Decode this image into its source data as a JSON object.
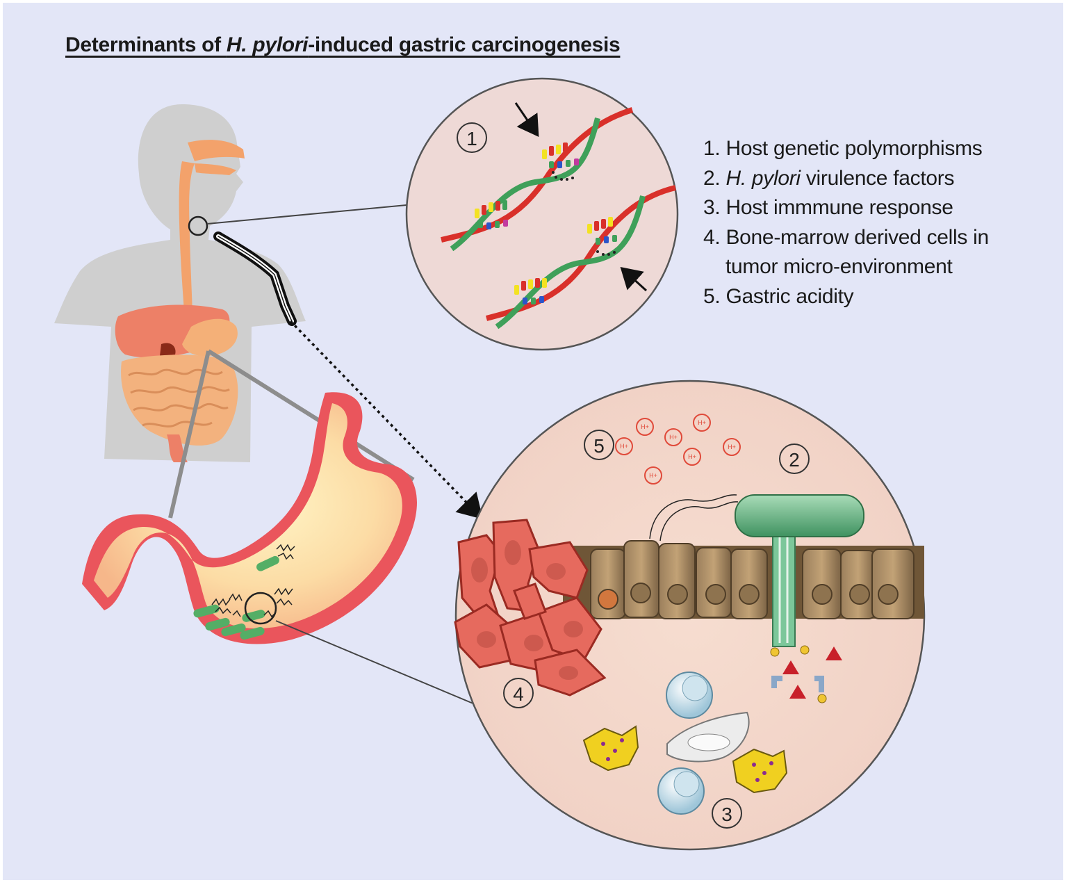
{
  "title": {
    "prefix": "Determinants of ",
    "italic": "H. pylori",
    "suffix": "-induced gastric carcinogenesis"
  },
  "legend": {
    "items": [
      {
        "number": "1.",
        "italic": "",
        "text": " Host genetic polymorphisms"
      },
      {
        "number": "2.",
        "italic": "H. pylori",
        "text": " virulence factors"
      },
      {
        "number": "3.",
        "italic": "",
        "text": " Host immmune response"
      },
      {
        "number": "4.",
        "italic": "",
        "text": " Bone-marrow derived cells in"
      },
      {
        "number": "",
        "italic": "",
        "text": "tumor micro-environment"
      },
      {
        "number": "5.",
        "italic": "",
        "text": " Gastric acidity"
      }
    ]
  },
  "callouts": {
    "one": "1",
    "two": "2",
    "three": "3",
    "four": "4",
    "five": "5"
  },
  "proton_label": "H+",
  "colors": {
    "background": "#e3e6f7",
    "circle_fill": "#f0dcd8",
    "dna_red": "#d9302a",
    "dna_green": "#3fa05a",
    "stomach_wall": "#e8535a",
    "stomach_inner": "#fcd6a3",
    "cell_brown": "#8b7052",
    "receptor_green": "#5aa57a",
    "body_gray": "#cfcfcf"
  }
}
